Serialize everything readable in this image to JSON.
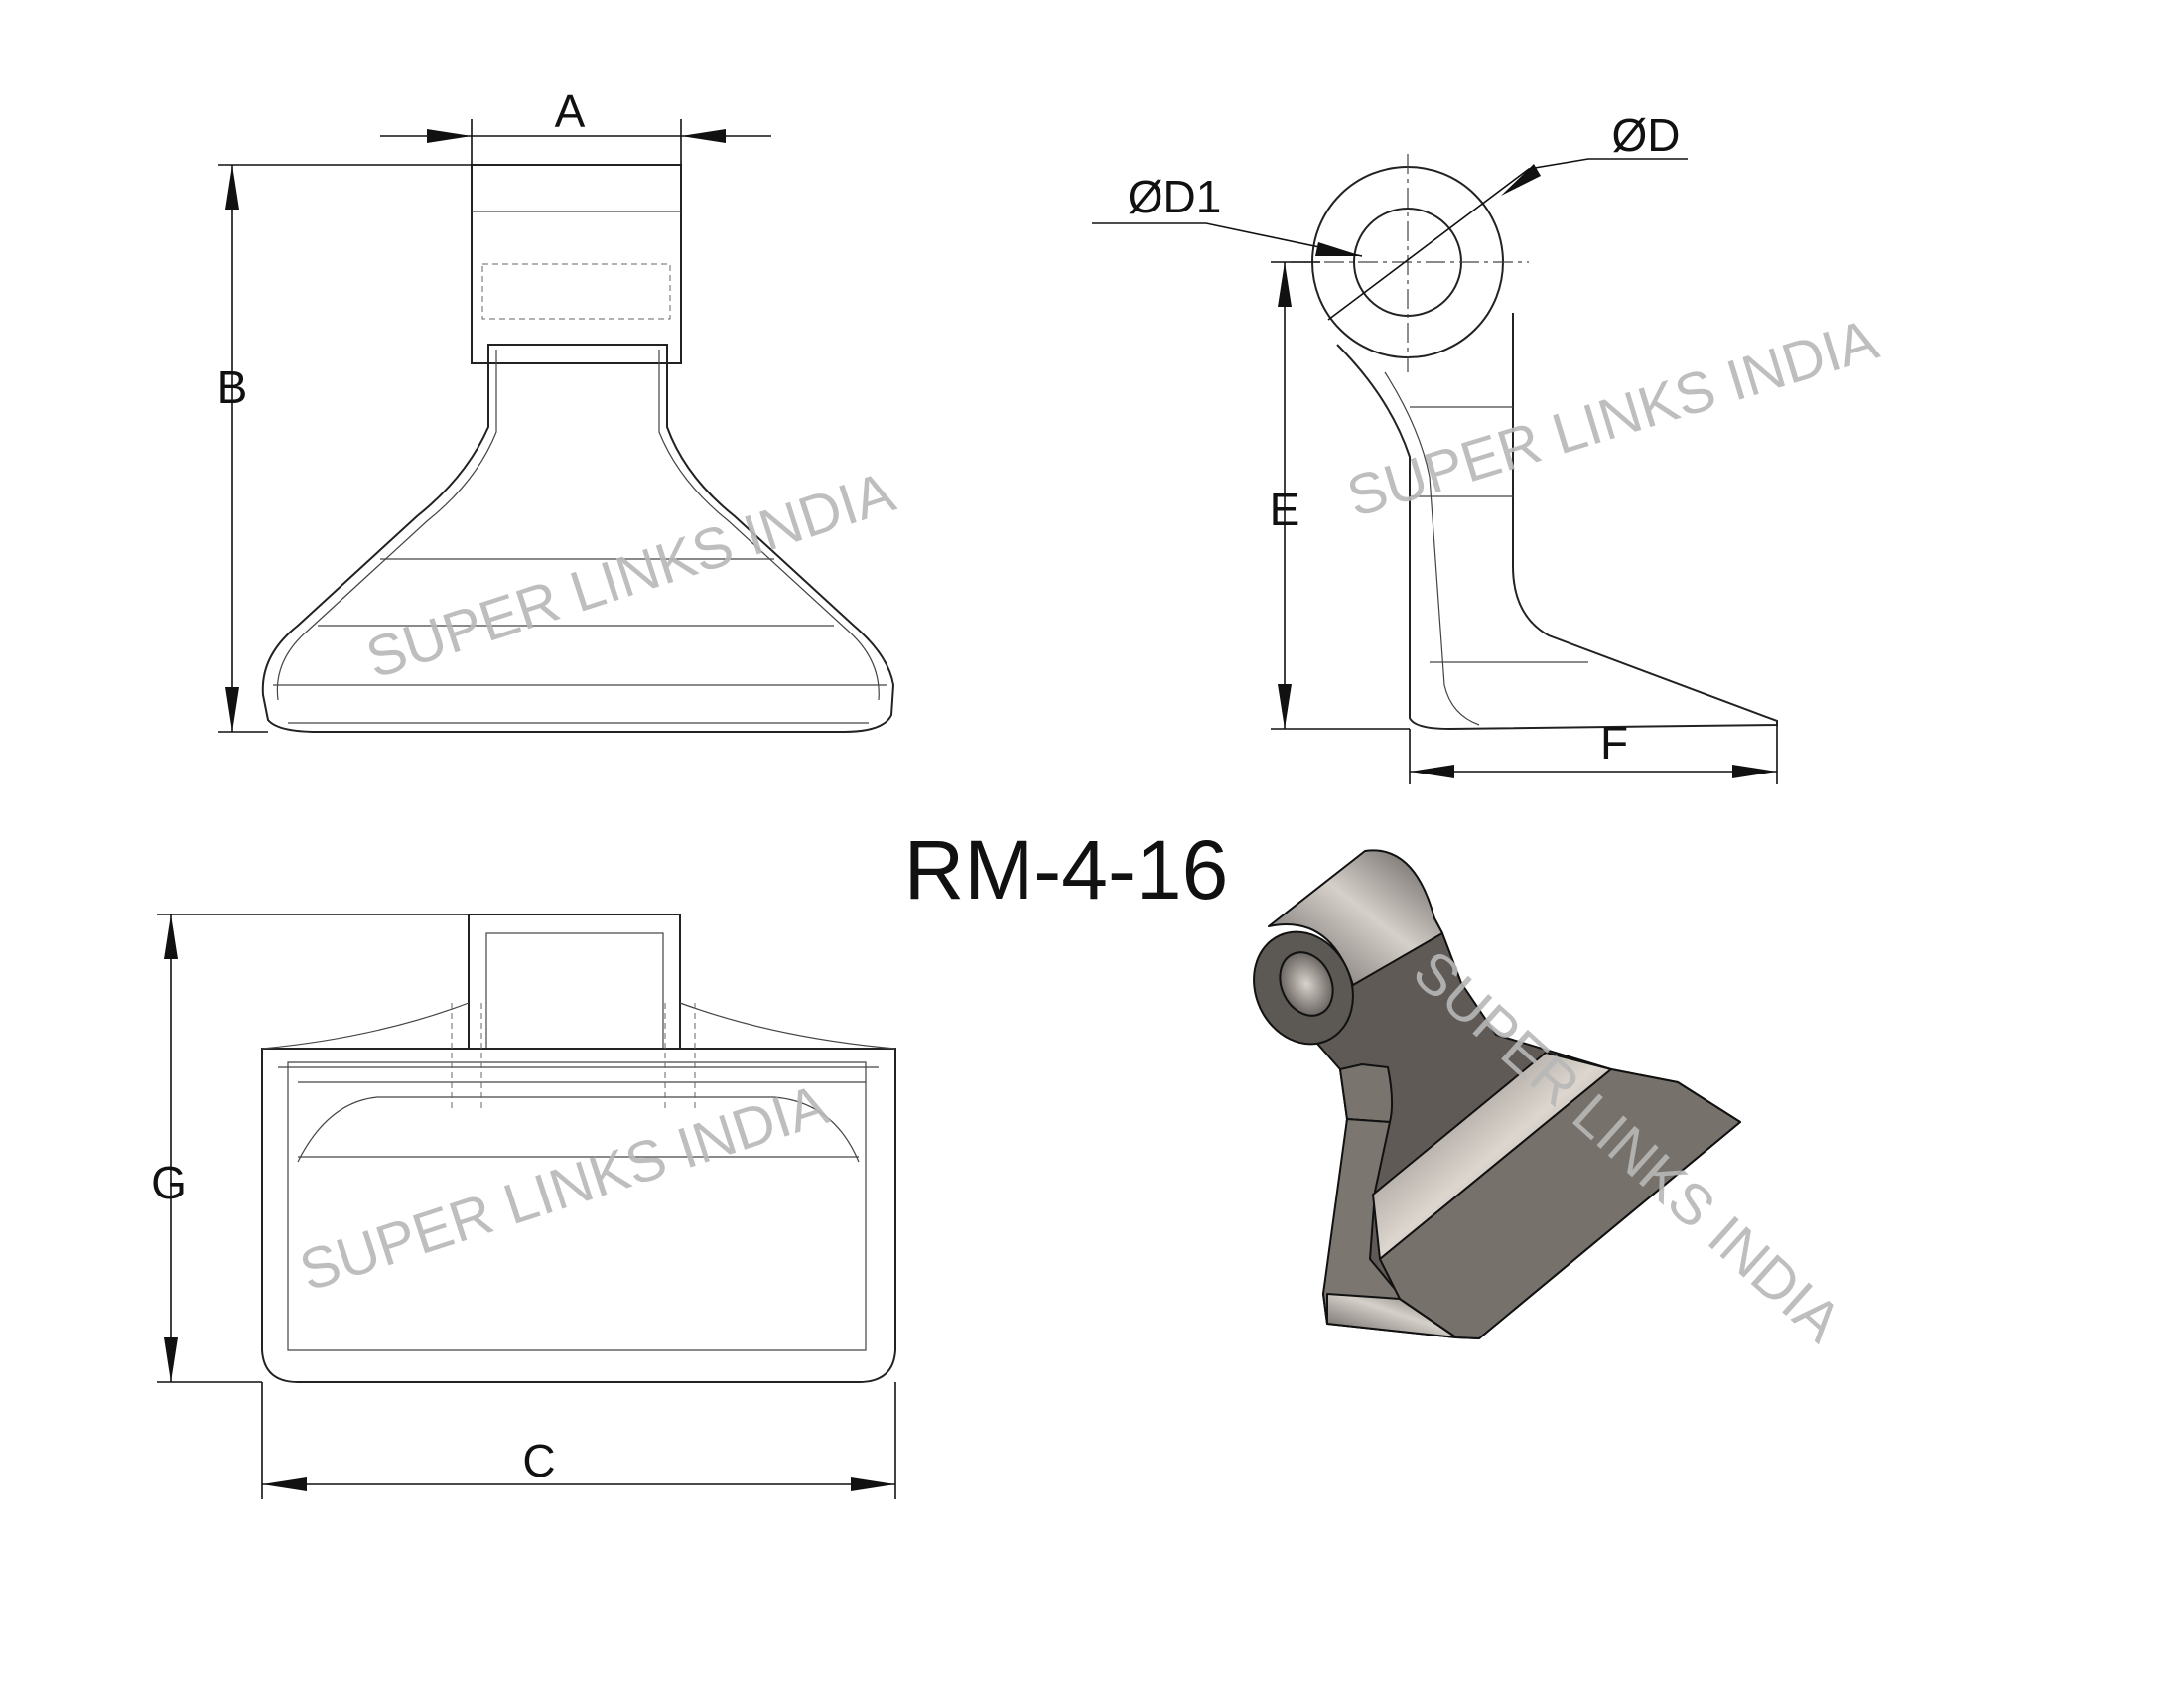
{
  "title": "RM-4-16",
  "watermark": "SUPER LINKS INDIA",
  "dimensions": {
    "A": "A",
    "B": "B",
    "C": "C",
    "D": "ØD",
    "D1": "ØD1",
    "E": "E",
    "F": "F",
    "G": "G"
  },
  "colors": {
    "line": "#222222",
    "metal": "#6e6a66",
    "highlight": "#d8d2cc",
    "watermark": "#b8b8b8"
  }
}
